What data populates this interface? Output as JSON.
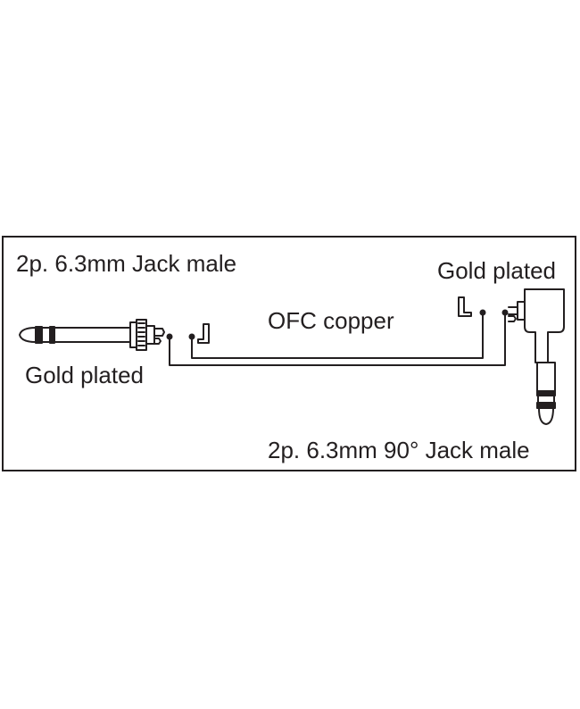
{
  "connector_left": {
    "title": "2p. 6.3mm Jack male",
    "plating": "Gold plated",
    "icon": "straight-jack-plug-icon"
  },
  "cable": {
    "label": "OFC copper",
    "icon": "two-conductor-cable-icon"
  },
  "connector_right": {
    "title": "2p. 6.3mm 90° Jack male",
    "plating": "Gold plated",
    "icon": "right-angle-jack-plug-icon"
  },
  "colors": {
    "line": "#231f20",
    "background": "#ffffff"
  }
}
